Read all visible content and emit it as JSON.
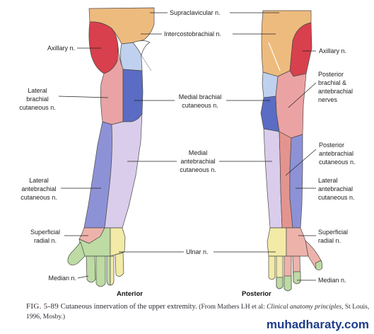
{
  "shared_labels": {
    "supraclavicular": "Supraclavicular n.",
    "intercostobrachial": "Intercostobrachial n.",
    "medial_brachial": [
      "Medial brachial",
      "cutaneous n."
    ],
    "medial_antebrachial": [
      "Medial",
      "antebrachial",
      "cutaneous n."
    ],
    "ulnar": "Ulnar n."
  },
  "anterior": {
    "view_label": "Anterior",
    "labels": {
      "axillary": "Axillary n.",
      "lateral_brachial": [
        "Lateral",
        "brachial",
        "cutaneous n."
      ],
      "lateral_antebrachial": [
        "Lateral",
        "antebrachial",
        "cutaneous n."
      ],
      "superficial_radial": [
        "Superficial",
        "radial n."
      ],
      "median": "Median n."
    }
  },
  "posterior": {
    "view_label": "Posterior",
    "labels": {
      "axillary": "Axillary n.",
      "posterior_brachial_antebrachial": [
        "Posterior",
        "brachial &",
        "antebrachial",
        "nerves"
      ],
      "posterior_antebrachial": [
        "Posterior",
        "antebrachial",
        "cutaneous n."
      ],
      "lateral_antebrachial": [
        "Lateral",
        "antebrachial",
        "cutaneous n."
      ],
      "superficial_radial": [
        "Superficial",
        "radial n."
      ],
      "median": "Median n."
    }
  },
  "caption": {
    "figure_number": "FIG. 5-89",
    "text": "Cutaneous innervation of the upper extremity.",
    "source_prefix": "(From Mathers LH et al:",
    "source_title": "Clinical anatomy principles",
    "source_suffix": ", St Louis, 1996, Mosby.)"
  },
  "watermark": "muhadharaty.com",
  "colors": {
    "supraclavicular": "#EEBB7E",
    "axillary": "#D7404C",
    "intercostobrachial": "#BFD1EE",
    "lateral_brachial": "#E9A3A5",
    "medial_brachial": "#5A6CC3",
    "posterior_brachial": "#EBA2A2",
    "lateral_antebrachial": "#8D92D6",
    "medial_antebrachial": "#DACDEB",
    "posterior_antebrachial": "#E4948F",
    "superficial_radial": "#EDB3AB",
    "median": "#BDDBA3",
    "ulnar": "#F2EAA6"
  }
}
